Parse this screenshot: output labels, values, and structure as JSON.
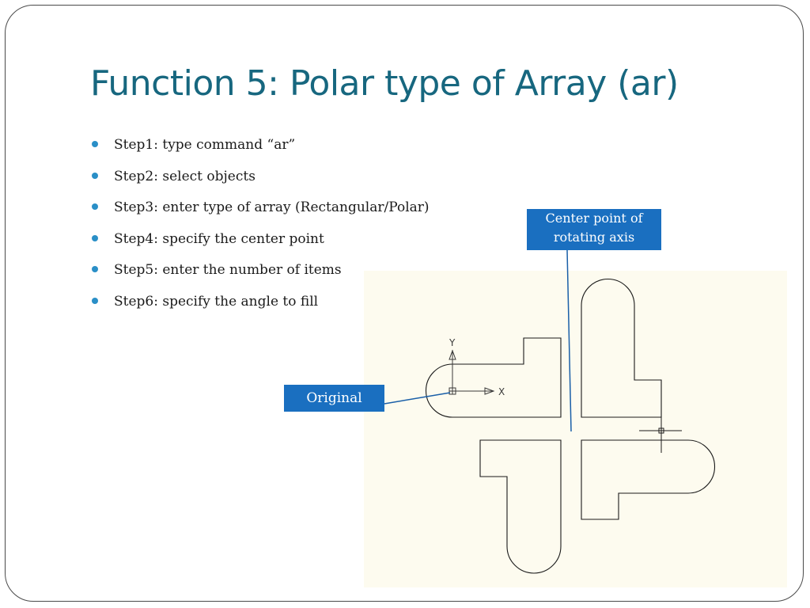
{
  "slide": {
    "title": "Function 5: Polar type of Array (ar)",
    "steps": [
      "Step1: type command “ar”",
      "Step2: select objects",
      "Step3: enter type of array (Rectangular/Polar)",
      "Step4: specify the center point",
      "Step5: enter the number of items",
      "Step6: specify the angle to fill"
    ]
  },
  "callouts": {
    "center_line1": "Center point of",
    "center_line2": "rotating axis",
    "original": "Original"
  },
  "axes": {
    "y_label": "Y",
    "x_label": "X"
  },
  "colors": {
    "title": "#17677f",
    "bullet": "#2a8fc7",
    "callout_bg": "#1a6fc0",
    "drawing_bg": "#fdfbef"
  }
}
